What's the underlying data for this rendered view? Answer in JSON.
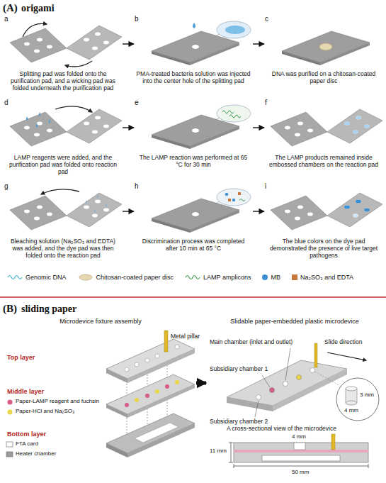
{
  "diagram": {
    "nodes": [
      {
        "text": [
          "a",
          "Splitting pad was folded onto the purification pad, and a wicking pad was folded underneath the purification pad"
        ]
      },
      {
        "text": [
          "b",
          "PMA-treated bacteria solution was injected into the center hole of the splitting pad"
        ]
      },
      {
        "text": [
          "c",
          "DNA was purified on a chitosan-coated paper disc"
        ]
      },
      {
        "text": [
          "d",
          "LAMP reagents were added, and the purification pad was folded onto reaction pad"
        ]
      },
      {
        "text": [
          "e",
          "The LAMP reaction was performed at 65 °C for 30 min"
        ]
      },
      {
        "text": [
          "f",
          "The LAMP products remained inside embossed chambers on the reaction pad"
        ]
      },
      {
        "text": [
          "g",
          "Bleaching solution (Na₂SO₃ and EDTA) was added, and the dye pad was then folded onto the reaction pad"
        ]
      },
      {
        "text": [
          "h",
          "Discrimination process was completed after 10 min at 65 °C"
        ]
      },
      {
        "text": [
          "i",
          "The blue colors on the dye pad demonstrated the presence of live target pathogens"
        ]
      },
      {
        "text": [
          "Microdevice fixture assembly"
        ]
      },
      {
        "text": [
          "Slidable paper-embedded plastic microdevice"
        ]
      }
    ],
    "edges": [
      {
        "from": 0,
        "to": 1,
        "arrow": "to"
      },
      {
        "from": 1,
        "to": 2,
        "arrow": "to"
      },
      {
        "from": 3,
        "to": 4,
        "arrow": "to"
      },
      {
        "from": 4,
        "to": 5,
        "arrow": "to"
      },
      {
        "from": 6,
        "to": 7,
        "arrow": "to"
      },
      {
        "from": 7,
        "to": 8,
        "arrow": "to"
      },
      {
        "from": 9,
        "to": 10,
        "arrow": "to"
      }
    ],
    "labels": [
      "(A)",
      "origami",
      "(B)",
      "sliding paper",
      "Top layer",
      "Metal pillar",
      "Middle layer",
      "Paper-LAMP reagent and fuchsin",
      "Paper-HCl and Na₂SO₃",
      "Bottom layer",
      "FTA card",
      "Heater chamber",
      "Main chamber (inlet and outlet)",
      "Slide direction",
      "Subsidiary chamber 1",
      "Subsidiary chamber 2",
      "3 mm",
      "4 mm",
      "A cross-sectional view of the microdevice",
      "4 mm",
      "11 mm",
      "50 mm"
    ],
    "legend": [
      {
        "text": "Genomic DNA"
      },
      {
        "text": "Chitosan-coated paper disc"
      },
      {
        "text": "LAMP amplicons"
      },
      {
        "text": "MB",
        "color": "#3d8fd1"
      },
      {
        "text": "Na₂SO₃ and EDTA",
        "color": "#c8763a"
      }
    ]
  }
}
